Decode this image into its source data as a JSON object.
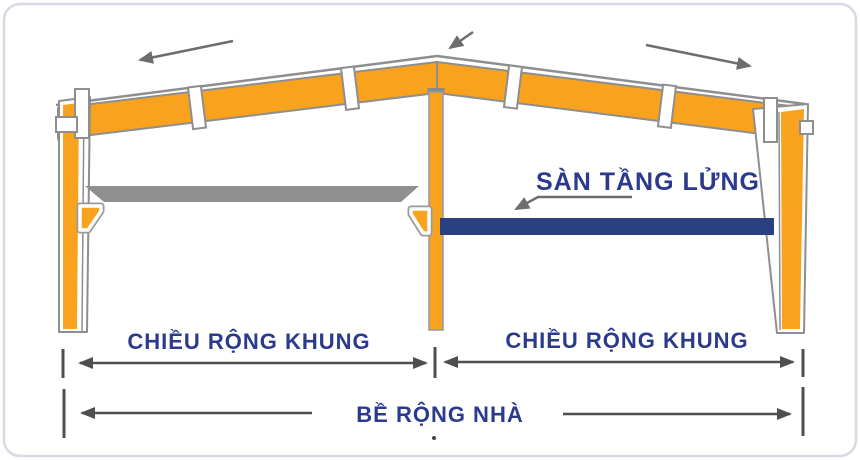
{
  "diagram": {
    "type": "pre-engineered-steel-frame-cross-section",
    "labels": {
      "mezzanine_floor": "SÀN TẦNG LỬNG",
      "frame_width_left": "CHIỀU RỘNG KHUNG",
      "frame_width_right": "CHIỀU RỘNG KHUNG",
      "house_width": "BỀ RỘNG NHÀ"
    },
    "colors": {
      "steel_orange": "#F8A21D",
      "outline_gray": "#8E8E8E",
      "mezzanine_gray": "#8F8F8F",
      "mezzanine_blue": "#2A4080",
      "label_navy": "#2B3A8C",
      "slope_arrow_gray": "#6D6D6D",
      "dimension_gray": "#4F4F4F",
      "page_border": "#D7DAE3"
    },
    "annotations": {
      "roof_slope_arrows": [
        "left-down-slope",
        "apex-pointer",
        "right-down-slope"
      ],
      "dimension_lines": [
        "frame-width-left",
        "frame-width-right",
        "house-width"
      ]
    }
  }
}
